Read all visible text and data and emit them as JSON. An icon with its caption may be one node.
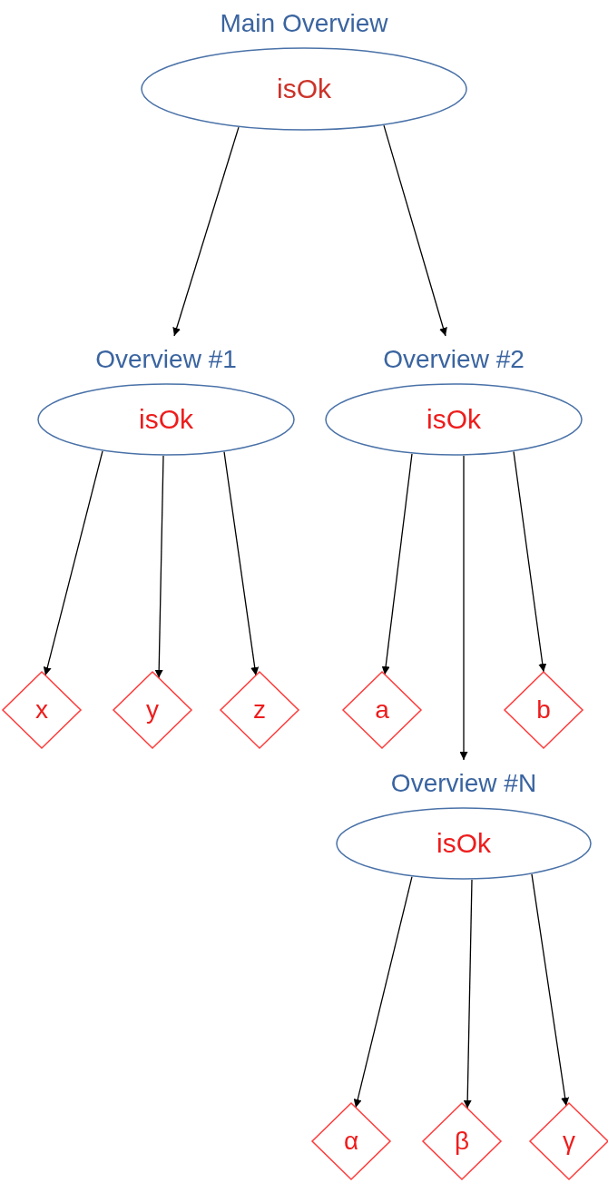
{
  "diagram": {
    "nodes": [
      {
        "text": [
          "Main Overview",
          "isOk"
        ]
      },
      {
        "text": [
          "Overview #1",
          "isOk"
        ]
      },
      {
        "text": [
          "Overview #2",
          "isOk"
        ]
      },
      {
        "text": [
          "x"
        ]
      },
      {
        "text": [
          "y"
        ]
      },
      {
        "text": [
          "z"
        ]
      },
      {
        "text": [
          "a"
        ]
      },
      {
        "text": [
          "b"
        ]
      },
      {
        "text": [
          "Overview #N",
          "isOk"
        ]
      },
      {
        "text": [
          "α"
        ]
      },
      {
        "text": [
          "β"
        ]
      },
      {
        "text": [
          "γ"
        ]
      }
    ],
    "edges": [
      {
        "from": 0,
        "to": 1,
        "arrow": "to"
      },
      {
        "from": 0,
        "to": 2,
        "arrow": "to"
      },
      {
        "from": 1,
        "to": 3,
        "arrow": "to"
      },
      {
        "from": 1,
        "to": 4,
        "arrow": "to"
      },
      {
        "from": 1,
        "to": 5,
        "arrow": "to"
      },
      {
        "from": 2,
        "to": 6,
        "arrow": "to"
      },
      {
        "from": 2,
        "to": 8,
        "arrow": "to"
      },
      {
        "from": 2,
        "to": 7,
        "arrow": "to"
      },
      {
        "from": 8,
        "to": 9,
        "arrow": "to"
      },
      {
        "from": 8,
        "to": 10,
        "arrow": "to"
      },
      {
        "from": 8,
        "to": 11,
        "arrow": "to"
      }
    ]
  }
}
